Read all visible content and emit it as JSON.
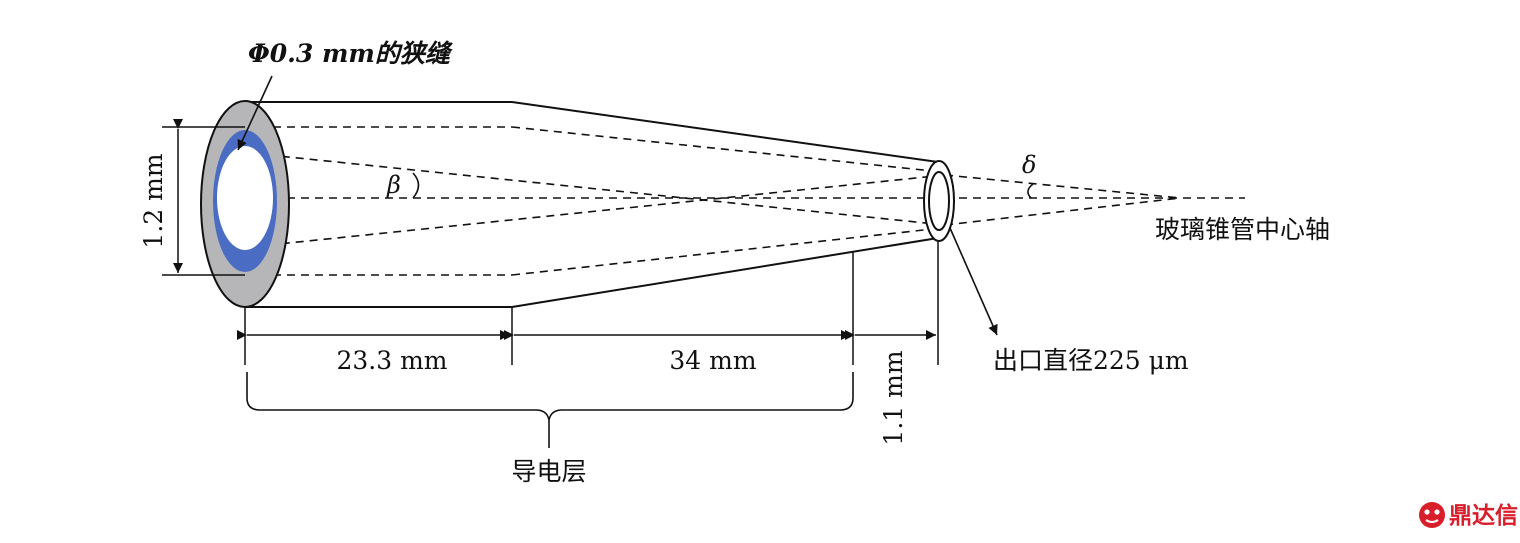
{
  "labels": {
    "slit": "Φ0.3 mm的狭缝",
    "inlet_diameter": "1.2 mm",
    "beta": "β",
    "delta": "δ",
    "axis": "玻璃锥管中心轴",
    "length_straight": "23.3 mm",
    "length_taper": "34 mm",
    "length_tip": "1.1 mm",
    "outlet": "出口直径225 μm",
    "conductive_layer": "导电层"
  },
  "watermark": {
    "text": "鼎达信",
    "color": "#d81e2b"
  },
  "colors": {
    "outer_ring": "#b6b6b9",
    "inner_ring": "#4a6cc2",
    "line": "#111111"
  }
}
